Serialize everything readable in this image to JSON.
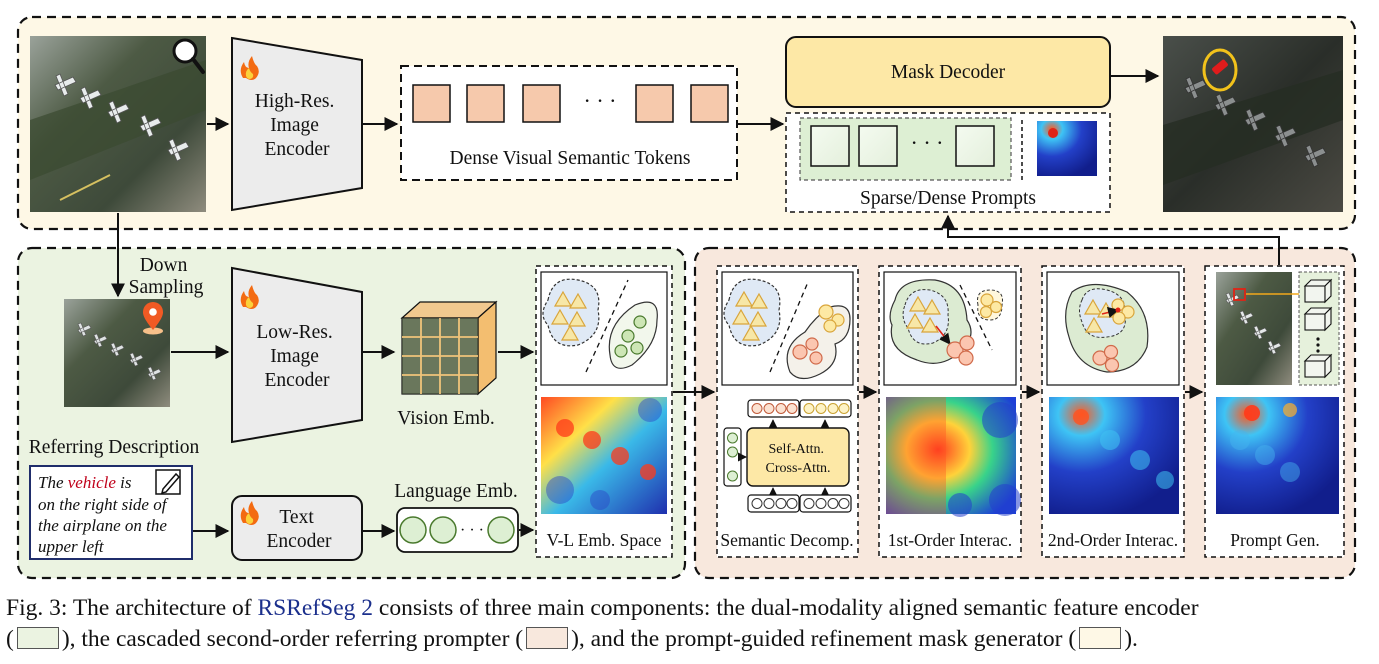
{
  "top_panel": {
    "encoder_high_res": [
      "High-Res.",
      "Image",
      "Encoder"
    ],
    "dense_tokens_label": "Dense Visual Semantic Tokens",
    "token_ellipsis": "· · ·",
    "mask_decoder": "Mask Decoder",
    "prompt_ellipsis": "· · ·",
    "prompts_label": "Sparse/Dense Prompts"
  },
  "left_panel": {
    "down_sampling": [
      "Down",
      "Sampling"
    ],
    "encoder_low_res": [
      "Low-Res.",
      "Image",
      "Encoder"
    ],
    "vision_emb": "Vision Emb.",
    "referring_title": "Referring Description",
    "referring_text": {
      "line1_before": "The ",
      "line1_highlight": "vehicle",
      "line1_after": " is",
      "line2": "on the right side of",
      "line3": "the airplane on the",
      "line4": "upper left"
    },
    "text_encoder": [
      "Text",
      "Encoder"
    ],
    "language_emb": "Language Emb.",
    "language_ellipsis": "· · ·",
    "vl_space": "V-L Emb. Space"
  },
  "right_panel": {
    "semantic_decomp": "Semantic Decomp.",
    "attn_block": [
      "Self-Attn.",
      "Cross-Attn."
    ],
    "first_order": "1st-Order Interac.",
    "second_order": "2nd-Order Interac.",
    "prompt_gen": "Prompt Gen."
  },
  "caption": {
    "prefix": "Fig. 3: The architecture of ",
    "name": "RSRefSeg 2",
    "part1": " consists of three main components: the dual-modality aligned semantic feature encoder",
    "part2_open": "(",
    "part2a": "), the cascaded second-order referring prompter (",
    "part2b": "), and the prompt-guided refinement mask generator (",
    "part2c": ")."
  },
  "colors": {
    "encoder_region": "#EBF3E1",
    "prompter_region": "#F8E8DD",
    "generator_region": "#FEF8E6",
    "mask_decoder_fill": "#FDE8A6",
    "token_fill": "#F6C9AC",
    "highlight_red": "#C0001A",
    "name_blue": "#1B2F8C"
  },
  "icons": [
    "fire-icon",
    "magnifier-icon",
    "location-pin-icon",
    "edit-icon"
  ]
}
